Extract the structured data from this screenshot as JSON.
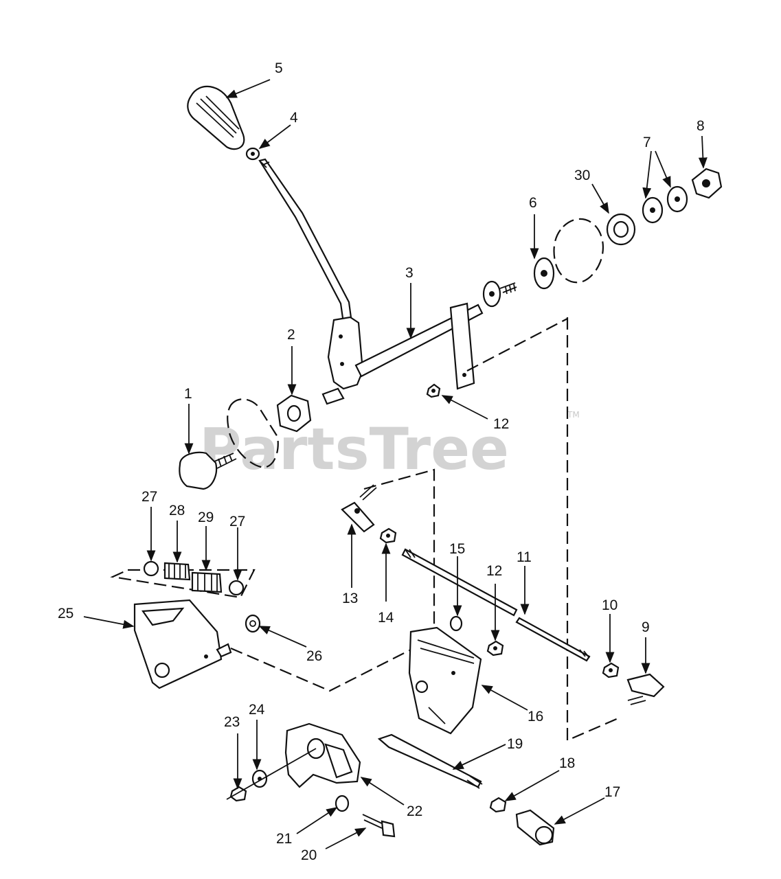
{
  "watermark": {
    "text": "PartsTree",
    "trademark": "TM"
  },
  "callouts": [
    {
      "id": "1",
      "label": "1"
    },
    {
      "id": "2",
      "label": "2"
    },
    {
      "id": "3",
      "label": "3"
    },
    {
      "id": "4",
      "label": "4"
    },
    {
      "id": "5",
      "label": "5"
    },
    {
      "id": "6",
      "label": "6"
    },
    {
      "id": "7",
      "label": "7"
    },
    {
      "id": "8",
      "label": "8"
    },
    {
      "id": "9",
      "label": "9"
    },
    {
      "id": "10",
      "label": "10"
    },
    {
      "id": "11",
      "label": "11"
    },
    {
      "id": "12a",
      "label": "12"
    },
    {
      "id": "12b",
      "label": "12"
    },
    {
      "id": "13",
      "label": "13"
    },
    {
      "id": "14",
      "label": "14"
    },
    {
      "id": "15",
      "label": "15"
    },
    {
      "id": "16",
      "label": "16"
    },
    {
      "id": "17",
      "label": "17"
    },
    {
      "id": "18",
      "label": "18"
    },
    {
      "id": "19",
      "label": "19"
    },
    {
      "id": "20",
      "label": "20"
    },
    {
      "id": "21",
      "label": "21"
    },
    {
      "id": "22",
      "label": "22"
    },
    {
      "id": "23",
      "label": "23"
    },
    {
      "id": "24",
      "label": "24"
    },
    {
      "id": "25",
      "label": "25"
    },
    {
      "id": "26",
      "label": "26"
    },
    {
      "id": "27a",
      "label": "27"
    },
    {
      "id": "27b",
      "label": "27"
    },
    {
      "id": "28",
      "label": "28"
    },
    {
      "id": "29",
      "label": "29"
    },
    {
      "id": "30",
      "label": "30"
    }
  ]
}
